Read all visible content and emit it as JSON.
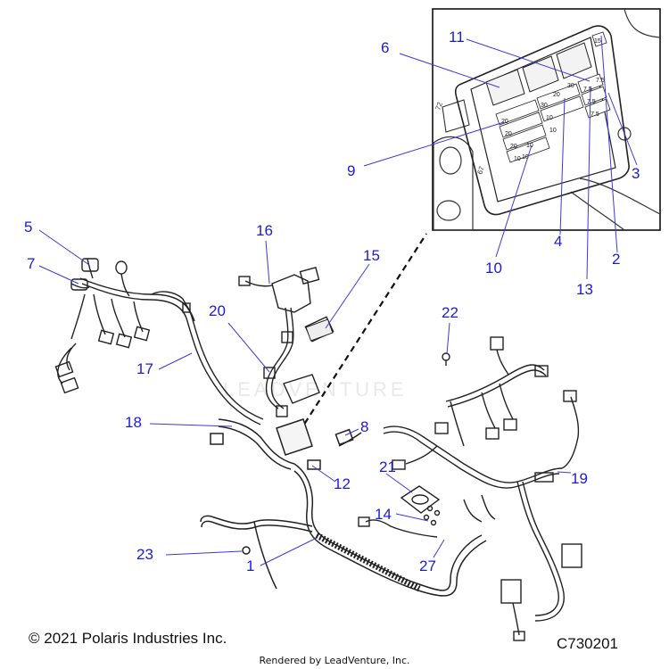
{
  "callouts": [
    {
      "id": "1",
      "label": "1"
    },
    {
      "id": "2",
      "label": "2"
    },
    {
      "id": "3",
      "label": "3"
    },
    {
      "id": "4",
      "label": "4"
    },
    {
      "id": "5",
      "label": "5"
    },
    {
      "id": "6",
      "label": "6"
    },
    {
      "id": "7",
      "label": "7"
    },
    {
      "id": "8",
      "label": "8"
    },
    {
      "id": "9",
      "label": "9"
    },
    {
      "id": "10",
      "label": "10"
    },
    {
      "id": "11",
      "label": "11"
    },
    {
      "id": "12",
      "label": "12"
    },
    {
      "id": "13",
      "label": "13"
    },
    {
      "id": "14",
      "label": "14"
    },
    {
      "id": "15",
      "label": "15"
    },
    {
      "id": "16",
      "label": "16"
    },
    {
      "id": "17",
      "label": "17"
    },
    {
      "id": "18",
      "label": "18"
    },
    {
      "id": "19",
      "label": "19"
    },
    {
      "id": "20",
      "label": "20"
    },
    {
      "id": "21",
      "label": "21"
    },
    {
      "id": "22",
      "label": "22"
    },
    {
      "id": "23",
      "label": "23"
    },
    {
      "id": "27",
      "label": "27"
    }
  ],
  "fuse_labels": [
    "20",
    "30",
    "20",
    "20",
    "10",
    "10",
    "10",
    "10",
    "7.5",
    "7.5",
    "7.5",
    "7.5",
    "15",
    "30",
    "10",
    "20"
  ],
  "copyright": "© 2021 Polaris Industries Inc.",
  "figure_code": "C730201",
  "rendered_by": "Rendered by LeadVenture, Inc.",
  "watermark": "LEADVENTURE",
  "colors": {
    "callout": "#1a1adb",
    "line": "#222222",
    "leader": "#3a3ae0"
  }
}
